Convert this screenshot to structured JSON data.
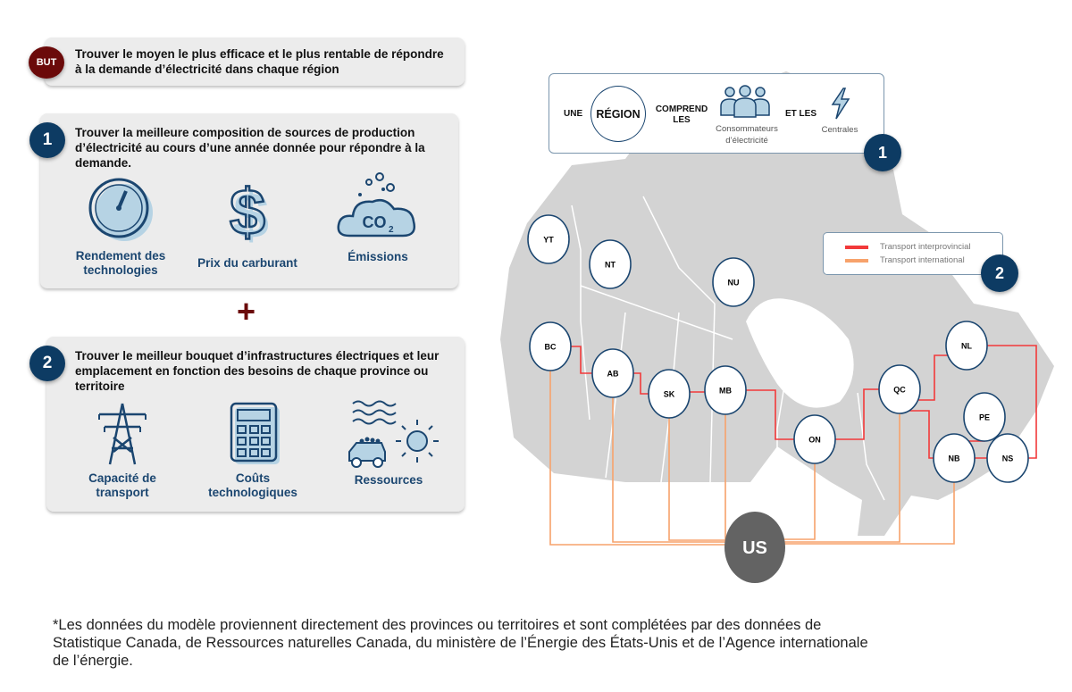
{
  "goal": {
    "badge": "BUT",
    "text": "Trouver le moyen le plus efficace et le plus rentable de répondre à la demande d’électricité dans chaque région"
  },
  "step1": {
    "number": "1",
    "text": "Trouver la meilleure composition de sources de production d’électricité au cours d’une année donnée pour répondre à la demande.",
    "items": [
      "Rendement des technologies",
      "Prix du carburant",
      "Émissions"
    ],
    "co2": "CO",
    "co2_sub": "2"
  },
  "plus": "+",
  "step2": {
    "number": "2",
    "text": "Trouver le meilleur bouquet d’infrastructures électriques et leur emplacement en fonction des besoins de chaque province ou territoire",
    "items": [
      "Capacité de transport",
      "Coûts technologiques",
      "Ressources"
    ]
  },
  "region_box": {
    "une": "UNE",
    "region": "RÉGION",
    "comprend": "COMPREND LES",
    "consumers": "Consommateurs d’électricité",
    "et_les": "ET LES",
    "plants": "Centrales",
    "number": "1"
  },
  "legend": {
    "interprovincial": "Transport interprovincial",
    "international": "Transport international",
    "number": "2"
  },
  "colors": {
    "interprovincial": "#f2393a",
    "international": "#f7a26b",
    "navy": "#0d3b63",
    "goal": "#6b0a0a"
  },
  "regions": [
    "YT",
    "NT",
    "NU",
    "BC",
    "AB",
    "SK",
    "MB",
    "ON",
    "QC",
    "NL",
    "PE",
    "NB",
    "NS"
  ],
  "us": "US",
  "footer": "*Les données du modèle proviennent directement des provinces ou territoires et sont complétées par des données de Statistique Canada, de Ressources naturelles Canada, du ministère de l’Énergie des États-Unis et de l’Agence internationale de l’énergie."
}
